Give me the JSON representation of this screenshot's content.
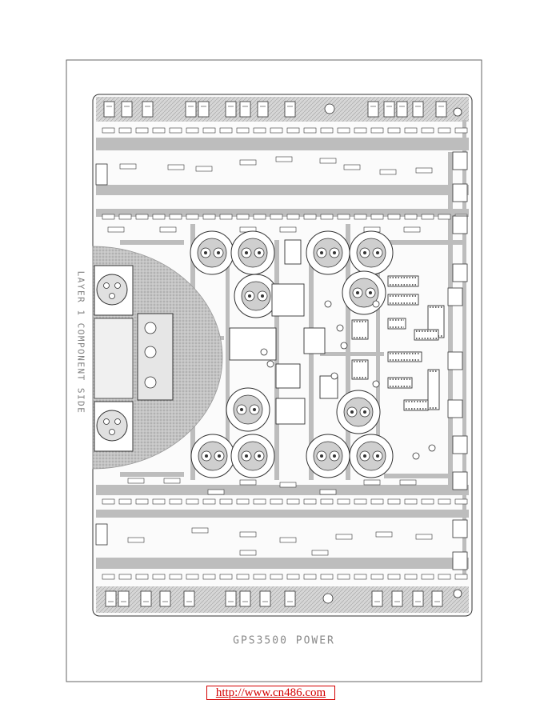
{
  "layer_label": "LAYER 1 COMPONENT SIDE",
  "title": "GPS3500 POWER",
  "watermark_url": "http://www.cn486.com",
  "colors": {
    "ink": "#333333",
    "trace": "#bdbdbd",
    "watermark": "#d40000"
  }
}
